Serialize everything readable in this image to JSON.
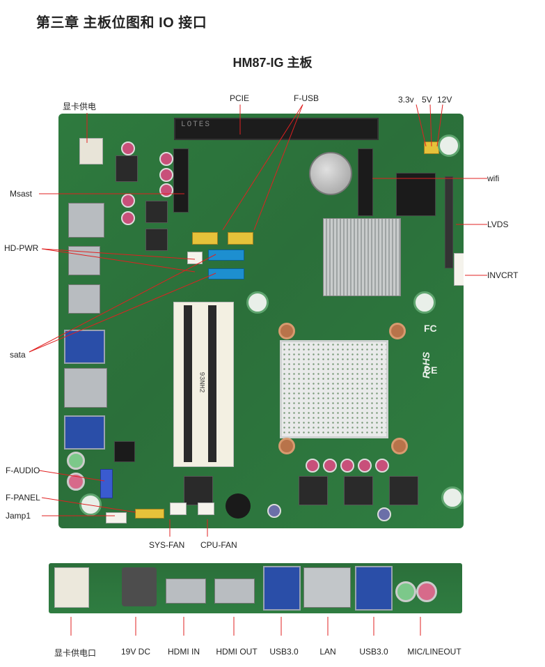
{
  "chapter_title": "第三章 主板位图和 IO 接口",
  "board_title": "HM87-IG 主板",
  "board_silk": {
    "pcie_brand": "LOTES",
    "dimm_text": "93NH2",
    "rohs": "RoHS",
    "fc": "FC",
    "ce": "CE"
  },
  "callouts": {
    "gpu_power": "显卡供电",
    "pcie": "PCIE",
    "f_usb": "F-USB",
    "v33": "3.3v",
    "v5": "5V",
    "v12": "12V",
    "msast": "Msast",
    "wifi": "wifi",
    "lvds": "LVDS",
    "hd_pwr": "HD-PWR",
    "invcrt": "INVCRT",
    "sata": "sata",
    "f_audio": "F-AUDIO",
    "f_panel": "F-PANEL",
    "jamp1": "Jamp1",
    "sys_fan": "SYS-FAN",
    "cpu_fan": "CPU-FAN"
  },
  "io_ports": [
    {
      "label": "显卡供电口"
    },
    {
      "label": "19V DC"
    },
    {
      "label": "HDMI IN"
    },
    {
      "label": "HDMI OUT"
    },
    {
      "label": "USB3.0"
    },
    {
      "label": "LAN"
    },
    {
      "label": "USB3.0"
    },
    {
      "label": "MIC/LINEOUT"
    }
  ]
}
